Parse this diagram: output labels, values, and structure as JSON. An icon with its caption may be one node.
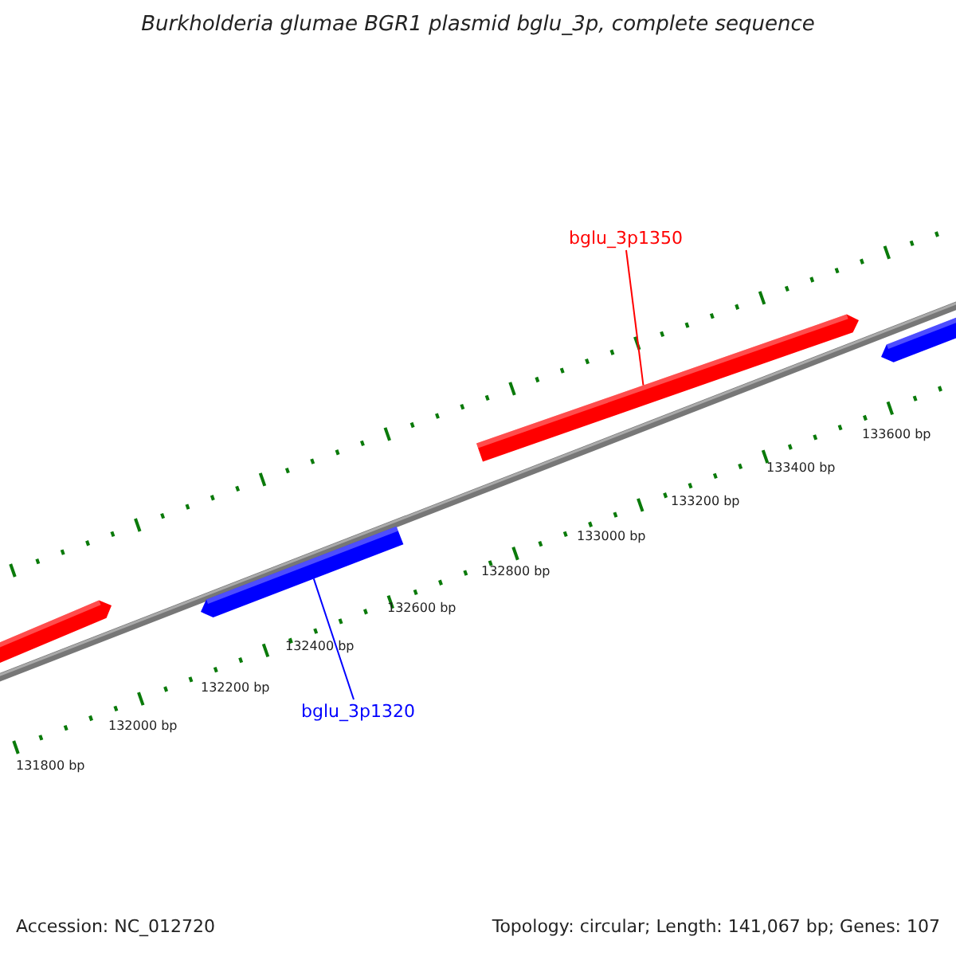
{
  "diagram": {
    "title": "Burkholderia glumae BGR1 plasmid bglu_3p, complete sequence",
    "nodes": [
      {
        "text": [
          "bglu_3p1350"
        ]
      },
      {
        "text": [],
        "shape": "bar"
      },
      {
        "text": [],
        "shape": "bar"
      },
      {
        "text": [],
        "shape": "bar"
      },
      {
        "text": [],
        "shape": "bar"
      },
      {
        "text": [
          "bglu_3p1320"
        ]
      }
    ],
    "edges": [
      {
        "from": 0,
        "to": 3,
        "arrow": "none",
        "color": "#ff0000"
      },
      {
        "from": 5,
        "to": 2,
        "arrow": "none",
        "color": "#0000ff"
      }
    ],
    "labels": [
      "133600 bp",
      "133400 bp",
      "133200 bp",
      "133000 bp",
      "132800 bp",
      "132600 bp",
      "132400 bp",
      "132200 bp",
      "132000 bp",
      "131800 bp",
      "Accession: NC_012720",
      "Topology: circular; Length: 141,067 bp; Genes: 107"
    ]
  }
}
